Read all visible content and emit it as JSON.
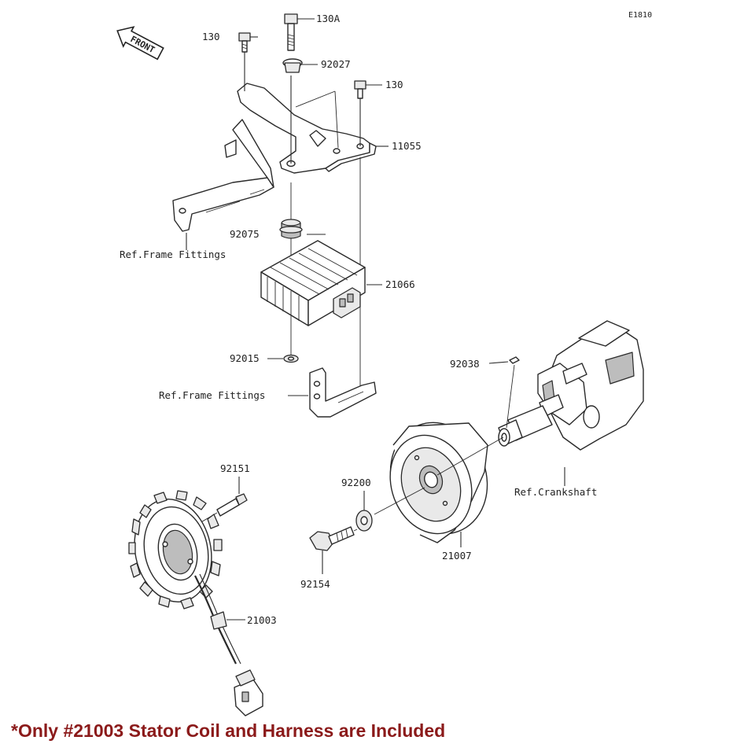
{
  "drawing_code": "E1810",
  "front_arrow_text": "FRONT",
  "part_numbers": {
    "bolt_top_left": "130",
    "bolt_long": "130A",
    "bolt_right": "130",
    "collar": "92027",
    "bracket": "11055",
    "grommet": "92075",
    "regulator": "21066",
    "nut": "92015",
    "key": "92038",
    "washer": "92200",
    "flywheel": "21007",
    "flywheel_bolt": "92154",
    "stator_bolt": "92151",
    "stator_coil": "21003"
  },
  "references": {
    "frame_fittings_upper": "Ref.Frame Fittings",
    "frame_fittings_lower": "Ref.Frame Fittings",
    "crankshaft": "Ref.Crankshaft"
  },
  "note": "*Only #21003 Stator Coil and Harness are Included",
  "colors": {
    "note": "#8b1a1a",
    "line": "#2a2a2a"
  }
}
